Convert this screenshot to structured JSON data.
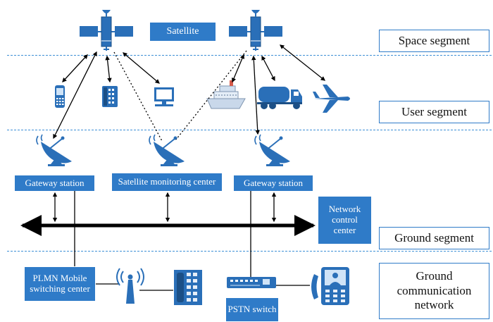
{
  "labels": {
    "satellite": "Satellite",
    "gateway_left": "Gateway station",
    "monitoring_center": "Satellite monitoring center",
    "gateway_right": "Gateway station",
    "network_control": "Network control center",
    "plmn": "PLMN Mobile switching center",
    "pstn": "PSTN switch"
  },
  "segments": {
    "space": "Space segment",
    "user": "User segment",
    "ground": "Ground segment",
    "ground_comm": "Ground communication network"
  },
  "colors": {
    "accent": "#2f7bc8",
    "icon": "#2a6fb8",
    "line": "#000000",
    "dashed_divider": "#3d8fd6"
  },
  "icons": [
    "satellite-icon",
    "mobile-phone-icon",
    "desk-phone-icon",
    "computer-icon",
    "ship-icon",
    "truck-icon",
    "airplane-icon",
    "dish-antenna-icon",
    "radio-tower-icon",
    "telephone-icon",
    "video-phone-icon",
    "switch-icon"
  ]
}
